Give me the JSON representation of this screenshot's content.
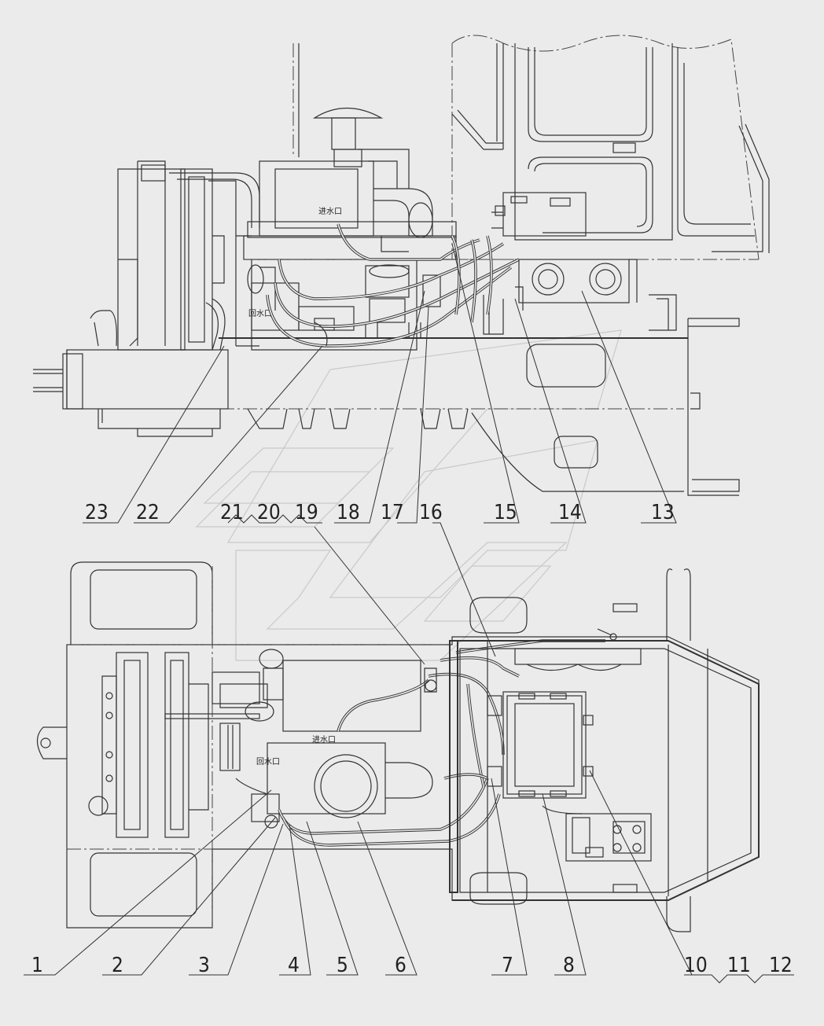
{
  "drawing": {
    "labels_chinese": {
      "inlet_top": "进水口",
      "return_top": "回水口",
      "inlet_bottom": "进水口",
      "return_bottom": "回水口"
    },
    "callouts_top": [
      "23",
      "22",
      "21",
      "20",
      "19",
      "18",
      "17",
      "16",
      "15",
      "14",
      "13"
    ],
    "callouts_bottom": [
      "1",
      "2",
      "3",
      "4",
      "5",
      "6",
      "7",
      "8",
      "10",
      "11",
      "12"
    ]
  },
  "colors": {
    "background": "#ebebeb",
    "line": "#333333",
    "watermark": "#c9c9c9"
  }
}
